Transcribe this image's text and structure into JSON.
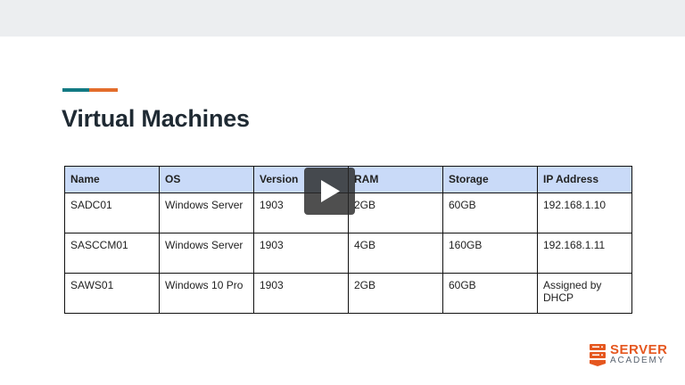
{
  "slide": {
    "title": "Virtual Machines"
  },
  "table": {
    "headers": [
      "Name",
      "OS",
      "Version",
      "RAM",
      "Storage",
      "IP Address"
    ],
    "rows": [
      [
        "SADC01",
        "Windows Server",
        "1903",
        "2GB",
        "60GB",
        "192.168.1.10"
      ],
      [
        "SASCCM01",
        "Windows Server",
        "1903",
        "4GB",
        "160GB",
        "192.168.1.11"
      ],
      [
        "SAWS01",
        "Windows 10 Pro",
        "1903",
        "2GB",
        "60GB",
        "Assigned by DHCP"
      ]
    ]
  },
  "player": {
    "play_icon": "play-icon"
  },
  "logo": {
    "line1": "SERVER",
    "line2": "ACADEMY",
    "icon": "server-rack-icon"
  },
  "colors": {
    "accent_teal": "#127a83",
    "accent_orange": "#e36d2c",
    "header_fill": "#c9daf8",
    "logo_orange": "#e5571f"
  }
}
